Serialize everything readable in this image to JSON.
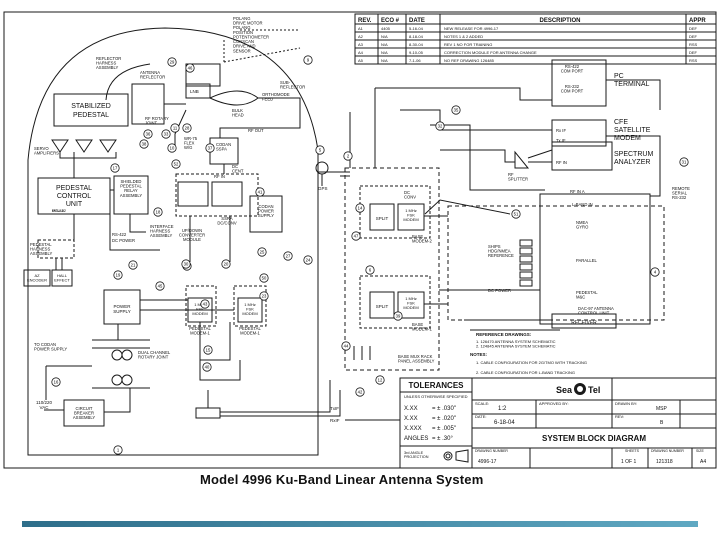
{
  "revision_table": {
    "headers": [
      "REV.",
      "ECO #",
      "DATE",
      "DESCRIPTION",
      "APPR"
    ],
    "rows": [
      [
        "A1",
        "4405",
        "5-16-04",
        "NEW RELEASE FOR 4996-17",
        "DEF"
      ],
      [
        "A2",
        "N/A",
        "8-18-04",
        "NOTES 1 & 2 ADDED",
        "DEF"
      ],
      [
        "A3",
        "N/A",
        "8-30-04",
        "REV 1 NO FOR TRAINING",
        "RSS"
      ],
      [
        "A4",
        "N/A",
        "9-10-05",
        "CORRECTION MODULE FOR ANTENNA CHANGE",
        "DEF"
      ],
      [
        "A5",
        "N/A",
        "7-1-06",
        "NO REF DRAWING 126485",
        "RSS"
      ]
    ]
  },
  "top_labels": {
    "polang": [
      "POLANG",
      "DRIVE MOTOR",
      "POLANG",
      "POSITION",
      "POTENTIOMETER",
      "CONSCAN",
      "DRIVE AND",
      "SENSOR"
    ],
    "reflector_harness": [
      "REFLECTOR",
      "HARNESS",
      "ASSEMBLY"
    ],
    "antenna_reflector": [
      "ANTENNA",
      "REFLECTOR"
    ],
    "rotary_joint": [
      "RF ROTARY",
      "JOINT"
    ],
    "lnb": "LNB",
    "ortho": [
      "ORTHOMODE",
      "FEED"
    ],
    "sub_reflector": [
      "SUB-",
      "REFLECTOR"
    ],
    "bulk": [
      "BULK",
      "HEAD"
    ],
    "flex": [
      "WR-75",
      "FLEX",
      "W/G"
    ],
    "rfout": "RF OUT",
    "codan_ssp": [
      "CODAN",
      "SSPA"
    ],
    "dc_cent": [
      "DC",
      "CENT"
    ],
    "rf_in": "RF IN"
  },
  "left_labels": {
    "pedestal_title": [
      "STABILIZED",
      "PEDESTAL"
    ],
    "servo": [
      "SERVO",
      "AMPLIFIERS"
    ],
    "pedestal_control": [
      "PEDESTAL",
      "CONTROL",
      "UNIT"
    ],
    "pcu_ports": [
      "MS-422",
      "PCU-6"
    ],
    "shielded": [
      "SHIELDED",
      "PEDESTAL",
      "RELAY",
      "ASSEMBLY"
    ],
    "interface": [
      "INTERFACE",
      "HARNESS",
      "ASSEMBLY"
    ],
    "rs422": "RS-422",
    "dc_power": "DC POWER",
    "pedestal_harness": [
      "PEDESTAL",
      "HARNESS",
      "ASSEMBLY"
    ],
    "az_encoder": [
      "AZ",
      "ENCODER"
    ],
    "hall_effect": [
      "HALL",
      "EFFECT"
    ],
    "power_supply": [
      "POWER",
      "SUPPLY"
    ],
    "to_codan": [
      "TO CODAN",
      "POWER SUPPLY"
    ],
    "dual_channel": [
      "DUAL CHANNEL",
      "ROTARY JOINT"
    ],
    "mains": [
      "110/220",
      "VAC"
    ],
    "breaker": [
      "CIRCUIT",
      "BREAKER",
      "ASSEMBLY"
    ],
    "codan_ps": [
      "CODAN",
      "POWER",
      "SUPPLY"
    ],
    "updown": [
      "UP/DOWN",
      "CONVERTER",
      "MODULE"
    ],
    "ssra": [
      "SSRA",
      "DC/CONV"
    ],
    "fsk1": [
      "1 MHz",
      "FSK",
      "MODEM"
    ],
    "pedestal_modem": [
      "PEDESTAL",
      "MODEM-1"
    ],
    "pedestal_modem2": [
      "PEDESTAL",
      "MODEM-1"
    ],
    "txif": "TxIF",
    "rxif": "RxIF",
    "rx_if": "Rx IF",
    "tx_if": "Tx IF",
    "gps": "GPS"
  },
  "right_labels": {
    "pc_terminal": [
      "PC",
      "TERMINAL"
    ],
    "rs422_com": [
      "RS-422",
      "COM PORT"
    ],
    "rs232_com": [
      "RS-232",
      "COM PORT"
    ],
    "cfe_modem": [
      "CFE",
      "SATELLITE",
      "MODEM"
    ],
    "rx_if": "Rx IF",
    "tx_if": "Tx IF",
    "spectrum": [
      "SPECTRUM",
      "ANALYZER"
    ],
    "rf_in": "RF IN",
    "rf_splitter": [
      "RF",
      "SPLITTER"
    ],
    "rf_in_a": "RF IN A",
    "l_band": "L-BAND IN",
    "remote": [
      "REMOTE",
      "SERIAL",
      "RS-232"
    ],
    "nmea": [
      "NMEA",
      "GYRO"
    ],
    "ship_ref": [
      "SHIPS",
      "HDG/NMEA",
      "REFERENCE"
    ],
    "parallel": "PARALLEL",
    "pedestal_mbc": [
      "PEDESTAL",
      "M&C"
    ],
    "dac": [
      "DAC-97 ANTENNA",
      "CONTROL UNIT"
    ],
    "receiver": "RECEIVER",
    "dc_power": "DC POWER",
    "split": "SPLIT",
    "base_modem2": [
      "BASE",
      "MODEM-2"
    ],
    "base_modem1": [
      "BASE",
      "MODEM-1"
    ],
    "base_rack": [
      "BASE MUX RACK",
      "PANEL ASSEMBLY"
    ],
    "fsk": [
      "1 MHz",
      "FSK",
      "MODEM"
    ],
    "dc_conv": [
      "DC",
      "CONV"
    ],
    "ref_title": "REFERENCE DRAWINGS:",
    "ref_lines": [
      "1. 126470   ANTENNA SYSTEM SCHEMATIC",
      "2. 124845   ANTENNA SYSTEM SCHEMATIC"
    ],
    "notes_title": "NOTES:",
    "notes": [
      "1. CABLE CONFIGURATION FOR 2G/TMO WITH TRACKING",
      "2. CABLE CONFIGURATION FOR L-BAND TRACKING"
    ]
  },
  "title_block": {
    "tolerances": "TOLERANCES",
    "unless": "UNLESS OTHERWISE SPECIFIED",
    "tol_rows": [
      [
        "X.XX",
        "= ± .030\""
      ],
      [
        "X.XX",
        "= ± .020\""
      ],
      [
        "X.XXX",
        "= ± .005\""
      ],
      [
        "ANGLES",
        "= ± .30°"
      ]
    ],
    "projection": [
      "3rd ANGLE",
      "PROJECTION"
    ],
    "scale_label": "SCALE:",
    "scale": "1:2",
    "approved_label": "APPROVED BY:",
    "drawn_label": "DRAWN BY:",
    "drawn": "MSP",
    "date_label": "DATE:",
    "date": "6-18-04",
    "rev_label": "REV:",
    "rev": "B",
    "logo": [
      "Sea",
      "Tel"
    ],
    "title": "SYSTEM BLOCK DIAGRAM",
    "dwg_label": "DRAWING NUMBER",
    "dwg": "4996-17",
    "sheet_label": "SHEETS",
    "sheet": "1 OF 1",
    "tracking_label": "DRAWING NUMBER",
    "tracking": "121318",
    "size_label": "SIZE",
    "size": "A4"
  },
  "callouts": [
    "1",
    "2",
    "4",
    "5",
    "6",
    "9",
    "10",
    "11",
    "12",
    "14",
    "15",
    "16",
    "17",
    "18",
    "19",
    "20",
    "21",
    "23",
    "24",
    "25",
    "26",
    "27",
    "28",
    "29",
    "30",
    "31",
    "32",
    "33",
    "35",
    "36",
    "37",
    "38",
    "39",
    "40",
    "41",
    "42",
    "43",
    "44",
    "45",
    "46",
    "47",
    "50",
    "51",
    "52"
  ],
  "caption": "Model 4996 Ku-Band Linear Antenna System",
  "colors": {
    "line": "#1a1a1a",
    "footer_left": "#2e6e8a",
    "footer_right": "#5fa8c2"
  }
}
